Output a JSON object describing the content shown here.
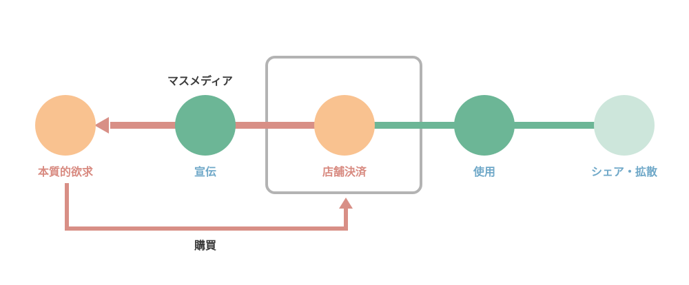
{
  "colors": {
    "orange_node": "#F9C290",
    "green_node": "#6CB696",
    "pale_green_node": "#CDE6DB",
    "red_line": "#D88F86",
    "green_line": "#6CB696",
    "frame": "#B3B3B3",
    "red_text": "#D88A80",
    "blue_text": "#6FA8C8",
    "dark_text": "#3A3A3A"
  },
  "nodes": [
    {
      "id": "desire",
      "label": "本質的欲求",
      "fill": "orange"
    },
    {
      "id": "ad",
      "label": "宣伝",
      "fill": "green"
    },
    {
      "id": "checkout",
      "label": "店舗決済",
      "fill": "orange"
    },
    {
      "id": "use",
      "label": "使用",
      "fill": "green"
    },
    {
      "id": "share",
      "label": "シェア・拡散",
      "fill": "pale"
    }
  ],
  "annotations": {
    "mass_media": "マスメディア",
    "purchase": "購買"
  }
}
